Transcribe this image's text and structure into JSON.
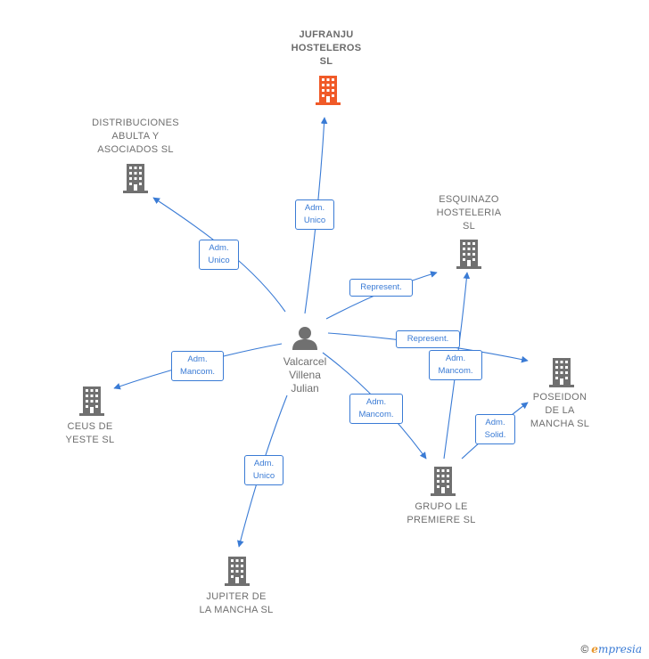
{
  "colors": {
    "edge": "#3a7bd5",
    "building": "#707070",
    "focus_building": "#f05a28"
  },
  "person": {
    "name": "Valcarcel\nVillena\nJulian",
    "icon": "person-icon"
  },
  "companies": [
    {
      "id": "jufranju",
      "name": "JUFRANJU\nHOSTELEROS\nSL",
      "focus": true,
      "icon": "building-icon"
    },
    {
      "id": "distribuciones",
      "name": "DISTRIBUCIONES\nABULTA Y\nASOCIADOS SL",
      "focus": false,
      "icon": "building-icon"
    },
    {
      "id": "esquinazo",
      "name": "ESQUINAZO\nHOSTELERIA\nSL",
      "focus": false,
      "icon": "building-icon"
    },
    {
      "id": "poseidon",
      "name": "POSEIDON\nDE LA\nMANCHA  SL",
      "focus": false,
      "icon": "building-icon"
    },
    {
      "id": "ceus",
      "name": "CEUS DE\nYESTE SL",
      "focus": false,
      "icon": "building-icon"
    },
    {
      "id": "grupo",
      "name": "GRUPO LE\nPREMIERE  SL",
      "focus": false,
      "icon": "building-icon"
    },
    {
      "id": "jupiter",
      "name": "JUPITER DE\nLA MANCHA SL",
      "focus": false,
      "icon": "building-icon"
    }
  ],
  "edges": [
    {
      "id": "e1",
      "label": "Adm.\nUnico"
    },
    {
      "id": "e2",
      "label": "Adm.\nUnico"
    },
    {
      "id": "e3",
      "label": "Represent."
    },
    {
      "id": "e4",
      "label": "Represent."
    },
    {
      "id": "e5",
      "label": "Adm.\nMancom."
    },
    {
      "id": "e6",
      "label": "Adm.\nMancom."
    },
    {
      "id": "e7",
      "label": "Adm.\nUnico"
    },
    {
      "id": "e8",
      "label": "Adm.\nMancom."
    },
    {
      "id": "e9",
      "label": "Adm.\nSolid."
    }
  ],
  "footer": {
    "copyright": "©",
    "brand_initial": "e",
    "brand_rest": "mpresia"
  }
}
